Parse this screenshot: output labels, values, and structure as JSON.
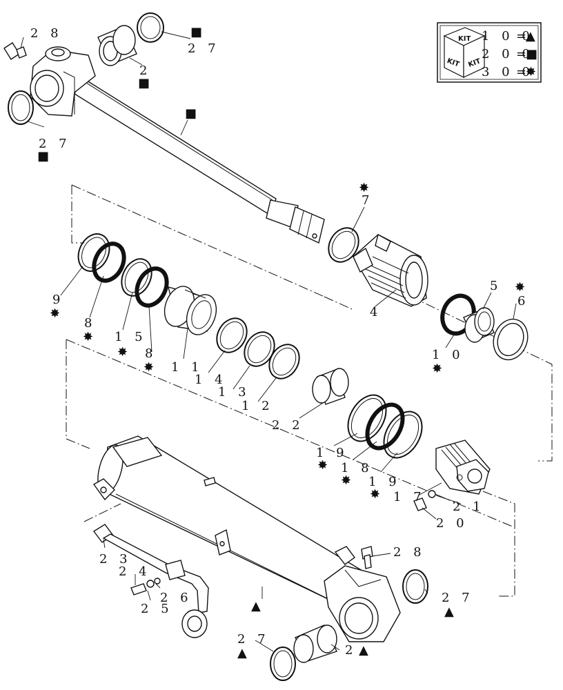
{
  "kit_legend": {
    "kit_label": "KIT",
    "rows": [
      {
        "code": "1 0 0",
        "eq": "=",
        "symbol": "▲"
      },
      {
        "code": "2 0 0",
        "eq": "=",
        "symbol": "■"
      },
      {
        "code": "3 0 0",
        "eq": "=",
        "symbol": "✸"
      }
    ]
  },
  "callouts": [
    {
      "id": "c28a",
      "text": "2 8"
    },
    {
      "id": "c27a",
      "text": "2 7",
      "symbol": "■"
    },
    {
      "id": "c2a",
      "text": "2",
      "symbol": "■"
    },
    {
      "id": "c27b",
      "text": "2 7",
      "symbol": "■"
    },
    {
      "id": "c_rod",
      "text": "",
      "symbol": "■"
    },
    {
      "id": "c7",
      "text": "7",
      "symbol": "✸"
    },
    {
      "id": "c9",
      "text": "9",
      "symbol": "✸"
    },
    {
      "id": "c8a",
      "text": "8",
      "symbol": "✸"
    },
    {
      "id": "c15",
      "text": "1 5",
      "symbol": "✸"
    },
    {
      "id": "c8b",
      "text": "8",
      "symbol": "✸"
    },
    {
      "id": "c11",
      "text": "1 1"
    },
    {
      "id": "c14",
      "text": "1 4"
    },
    {
      "id": "c13",
      "text": "1 3"
    },
    {
      "id": "c12",
      "text": "1 2"
    },
    {
      "id": "c4",
      "text": "4"
    },
    {
      "id": "c5",
      "text": "5"
    },
    {
      "id": "c6",
      "text": "6",
      "symbol": "✸"
    },
    {
      "id": "c10",
      "text": "1 0",
      "symbol": "✸"
    },
    {
      "id": "c22",
      "text": "2 2"
    },
    {
      "id": "c19a",
      "text": "1 9",
      "symbol": "✸"
    },
    {
      "id": "c18",
      "text": "1 8",
      "symbol": "✸"
    },
    {
      "id": "c19b",
      "text": "1 9",
      "symbol": "✸"
    },
    {
      "id": "c17",
      "text": "1 7"
    },
    {
      "id": "c21",
      "text": "2 1"
    },
    {
      "id": "c20",
      "text": "2 0"
    },
    {
      "id": "c28b",
      "text": "2 8"
    },
    {
      "id": "c23",
      "text": "2 3"
    },
    {
      "id": "c24",
      "text": "2 4"
    },
    {
      "id": "c26",
      "text": "2 6"
    },
    {
      "id": "c25",
      "text": "2 5"
    },
    {
      "id": "c27c",
      "text": "2 7",
      "symbol": "▲"
    },
    {
      "id": "c_barrel",
      "text": "",
      "symbol": "▲"
    },
    {
      "id": "c27d",
      "text": "2 7",
      "symbol": "▲"
    },
    {
      "id": "c2b",
      "text": "2",
      "symbol": "▲"
    }
  ]
}
